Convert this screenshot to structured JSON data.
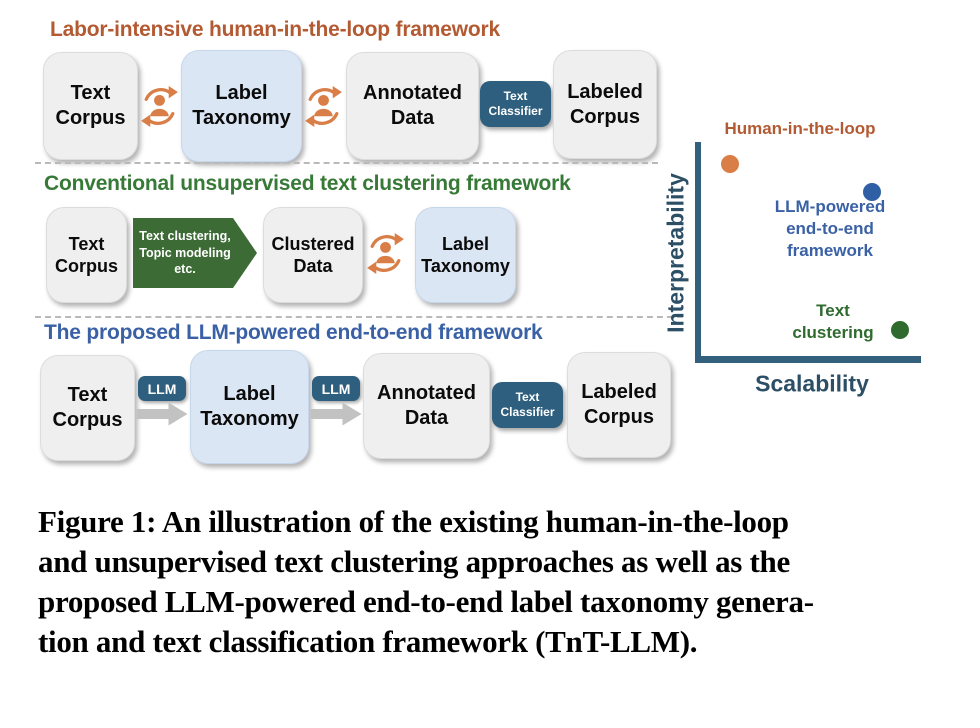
{
  "colors": {
    "header_orange": "#B35A32",
    "header_green": "#377937",
    "header_blue": "#3A61A5",
    "badge_teal": "#2E5F7F",
    "box_gray": "#EFEFEF",
    "box_blue": "#DBE6F4",
    "chevron_green": "#3D6B36",
    "arrow_gray": "#C2C2C2",
    "icon_orange": "#D97E47",
    "axis_navy": "#33607C",
    "dot_orange": "#D97E47",
    "dot_blue": "#2F5FA5",
    "dot_green": "#2F6B2F"
  },
  "row1": {
    "title": "Labor-intensive human-in-the-loop framework",
    "nodes": [
      "Text\nCorpus",
      "Label\nTaxonomy",
      "Annotated\nData",
      "Labeled\nCorpus"
    ],
    "classifier": "Text\nClassifier"
  },
  "row2": {
    "title": "Conventional unsupervised text clustering framework",
    "nodes": [
      "Text\nCorpus",
      "Clustered\nData",
      "Label\nTaxonomy"
    ],
    "arrow_label": "Text clustering,\nTopic modeling\netc."
  },
  "row3": {
    "title": "The proposed LLM-powered end-to-end framework",
    "nodes": [
      "Text\nCorpus",
      "Label\nTaxonomy",
      "Annotated\nData",
      "Labeled\nCorpus"
    ],
    "llm_label": "LLM",
    "classifier": "Text\nClassifier"
  },
  "plot": {
    "top_label": "Human-in-the-loop",
    "blue_label": "LLM-powered\nend-to-end framework",
    "green_label": "Text\nclustering",
    "xlabel": "Scalability",
    "ylabel": "Interpretability"
  },
  "chart_data": {
    "type": "scatter",
    "title": "",
    "xlabel": "Scalability",
    "ylabel": "Interpretability",
    "axes_numeric": false,
    "xlim": [
      0,
      1
    ],
    "ylim": [
      0,
      1
    ],
    "grid": false,
    "legend": "none",
    "points": [
      {
        "label": "Human-in-the-loop",
        "x": 0.14,
        "y": 0.9,
        "color": "#D97E47"
      },
      {
        "label": "LLM-powered end-to-end framework",
        "x": 0.78,
        "y": 0.77,
        "color": "#2F5FA5"
      },
      {
        "label": "Text clustering",
        "x": 0.91,
        "y": 0.14,
        "color": "#2F6B2F"
      }
    ]
  },
  "caption": {
    "lines": [
      "Figure 1: An illustration of the existing human-in-the-loop",
      "and unsupervised text clustering approaches as well as the",
      "proposed LLM-powered end-to-end label taxonomy genera-",
      "tion and text classification framework (TnT-LLM)."
    ]
  }
}
